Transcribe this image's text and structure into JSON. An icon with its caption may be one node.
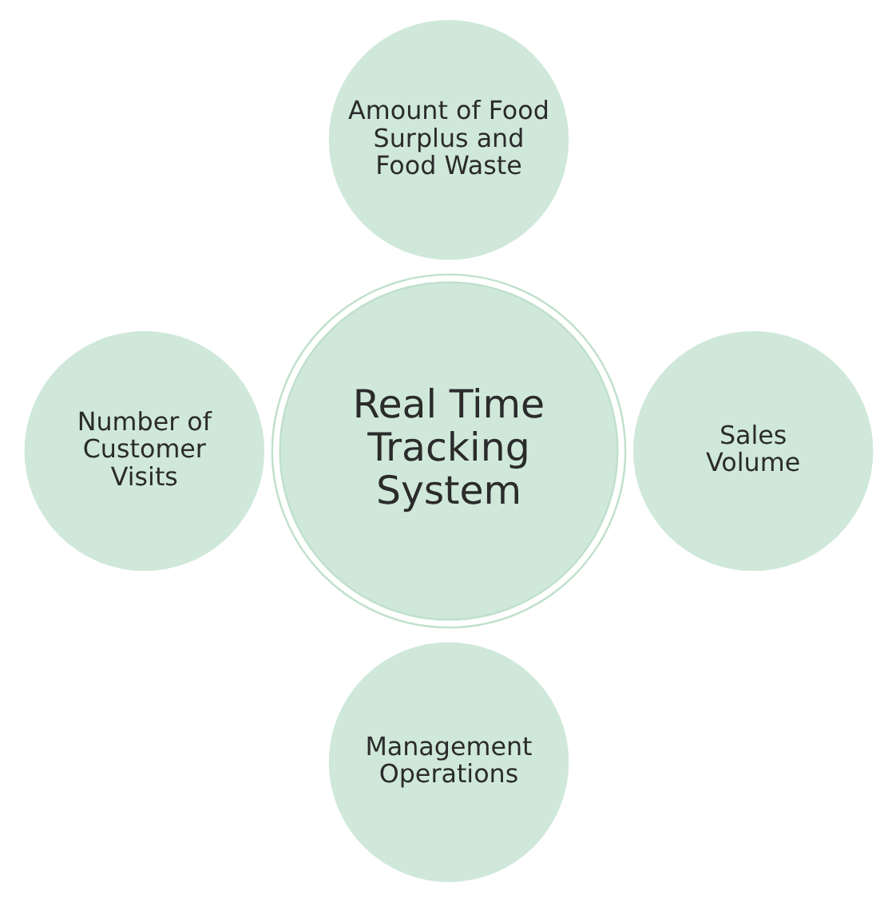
{
  "diagram": {
    "nodes": [
      {
        "text": [
          "Amount of Food Surplus and Food Waste"
        ]
      },
      {
        "text": [
          "Number of Customer Visits"
        ]
      },
      {
        "text": [
          "Real Time Tracking System"
        ]
      },
      {
        "text": [
          "Sales Volume"
        ]
      },
      {
        "text": [
          "Management Operations"
        ]
      }
    ]
  }
}
